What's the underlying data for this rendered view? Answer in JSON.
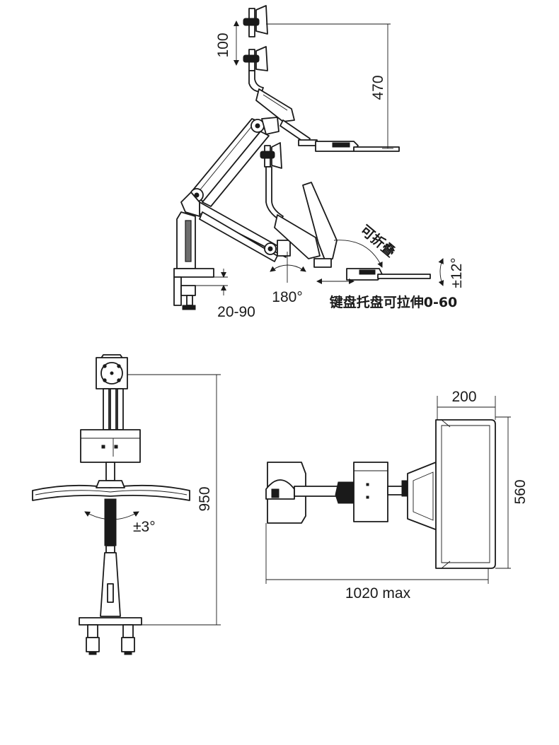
{
  "side_view": {
    "lift_range": "100",
    "height_range": "470",
    "fold_label": "可折叠",
    "tilt_range": "±12°",
    "rotation": "180°",
    "clamp_range": "20-90",
    "keyboard_tray_note": "键盘托盘可拉伸0-60"
  },
  "front_view": {
    "height": "950",
    "tilt": "±3°"
  },
  "top_view": {
    "tray_depth": "200",
    "tray_width": "560",
    "reach": "1020 max"
  }
}
